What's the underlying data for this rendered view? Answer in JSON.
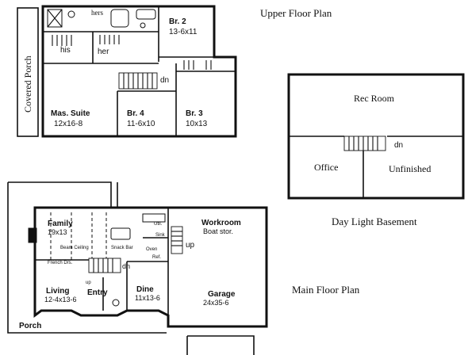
{
  "titles": {
    "upper": "Upper Floor Plan",
    "basement": "Day Light Basement",
    "main": "Main Floor Plan"
  },
  "upper": {
    "covered_porch": "Covered Porch",
    "hers": "hers",
    "his": "his",
    "her": "her",
    "dn": "dn",
    "br2": {
      "name": "Br. 2",
      "size": "13-6x11"
    },
    "master": {
      "name": "Mas. Suite",
      "size": "12x16-8"
    },
    "br4": {
      "name": "Br. 4",
      "size": "11-6x10"
    },
    "br3": {
      "name": "Br. 3",
      "size": "10x13"
    }
  },
  "basement": {
    "rec": "Rec Room",
    "office": "Office",
    "unfinished": "Unfinished",
    "dn": "dn"
  },
  "main": {
    "family": {
      "name": "Family",
      "size": "19x13"
    },
    "beam": "Beam Ceiling",
    "french": "French Drs.",
    "snack": "Snack Bar",
    "oven": "Oven",
    "ref": "Ref.",
    "util": "Util.",
    "sink": "Sink",
    "workroom": {
      "name": "Workroom",
      "sub": "Boat stor."
    },
    "up": "up",
    "dn": "dn",
    "living": {
      "name": "Living",
      "size": "12-4x13-6"
    },
    "entry": "Entry",
    "dine": {
      "name": "Dine",
      "size": "11x13-6"
    },
    "garage": {
      "name": "Garage",
      "size": "24x35-6"
    },
    "porch": "Porch"
  }
}
